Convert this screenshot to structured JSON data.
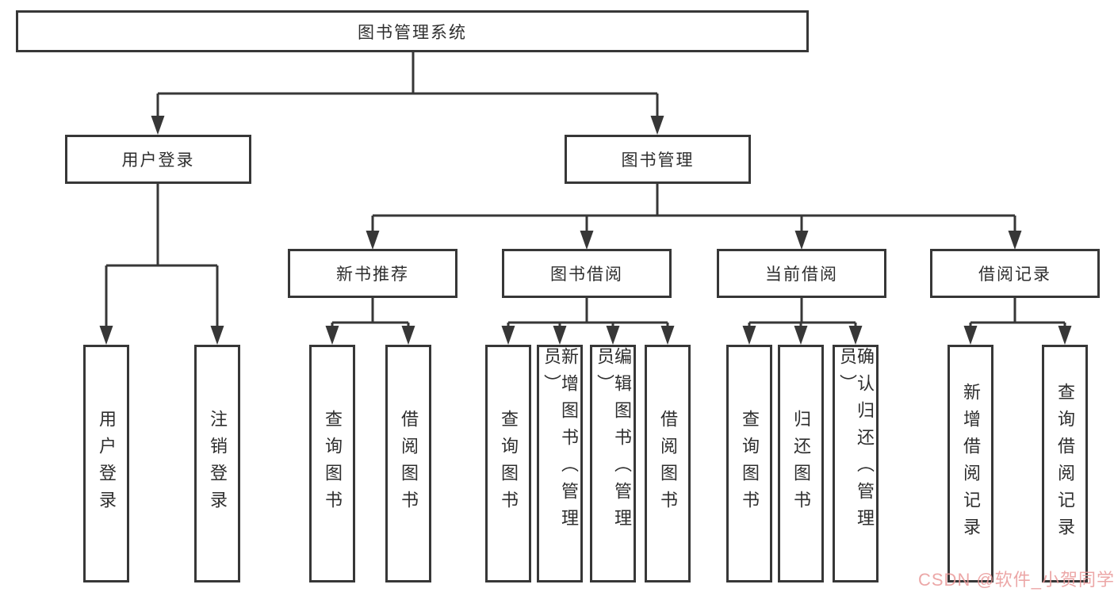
{
  "root": {
    "label": "图书管理系统"
  },
  "branches": [
    {
      "label": "用户登录",
      "children": [
        {
          "label": "用户登录"
        },
        {
          "label": "注销登录"
        }
      ]
    },
    {
      "label": "图书管理",
      "children": [
        {
          "label": "新书推荐",
          "children": [
            {
              "label": "查询图书"
            },
            {
              "label": "借阅图书"
            }
          ]
        },
        {
          "label": "图书借阅",
          "children": [
            {
              "label": "查询图书"
            },
            {
              "label": "新增图书（管理员）"
            },
            {
              "label": "编辑图书（管理员）"
            },
            {
              "label": "借阅图书"
            }
          ]
        },
        {
          "label": "当前借阅",
          "children": [
            {
              "label": "查询图书"
            },
            {
              "label": "归还图书"
            },
            {
              "label": "确认归还（管理员）"
            }
          ]
        },
        {
          "label": "借阅记录",
          "children": [
            {
              "label": "新增借阅记录"
            },
            {
              "label": "查询借阅记录"
            }
          ]
        }
      ]
    }
  ],
  "watermark": "CSDN @软件_小贺同学",
  "colors": {
    "line": "#373737",
    "text": "#2e2e2e",
    "watermark": "#e99898",
    "background": "#ffffff"
  }
}
